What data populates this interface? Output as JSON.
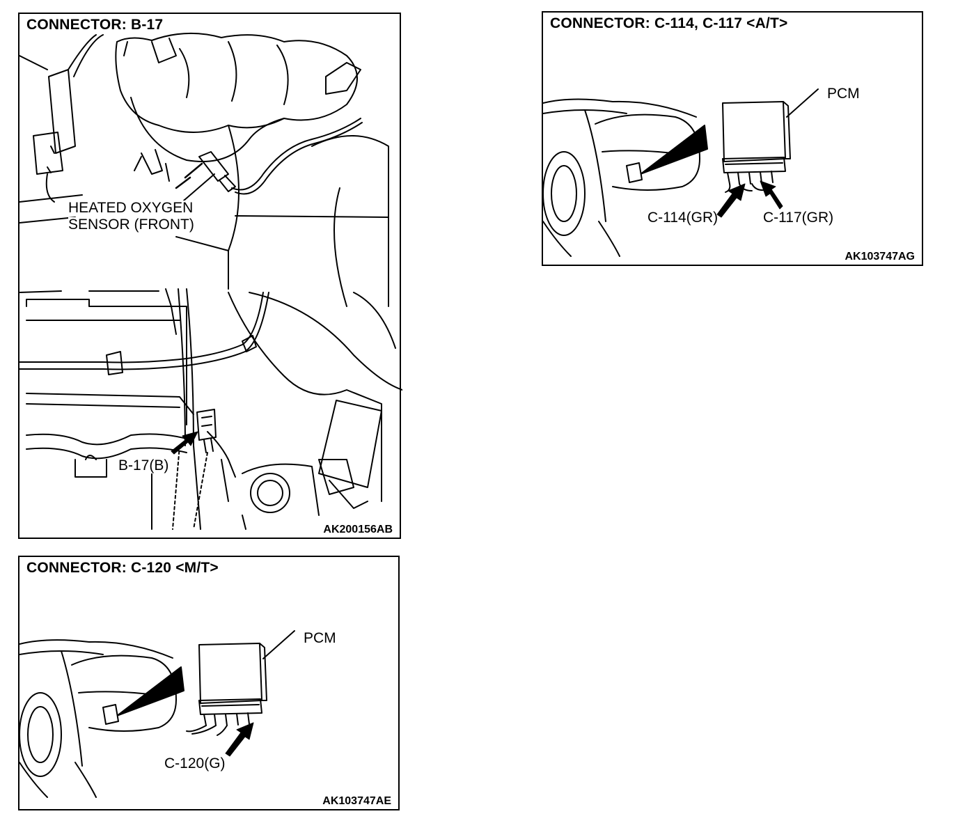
{
  "panels": {
    "b17": {
      "title": "CONNECTOR: B-17",
      "sensor_label_line1": "HEATED OXYGEN",
      "sensor_label_line2": "SENSOR (FRONT)",
      "connector_label": "B-17(B)",
      "code": "AK200156AB"
    },
    "c114": {
      "title": "CONNECTOR: C-114, C-117 <A/T>",
      "pcm_label": "PCM",
      "connector_label_a": "C-114(GR)",
      "connector_label_b": "C-117(GR)",
      "code": "AK103747AG"
    },
    "c120": {
      "title": "CONNECTOR: C-120 <M/T>",
      "pcm_label": "PCM",
      "connector_label": "C-120(G)",
      "code": "AK103747AE"
    }
  }
}
